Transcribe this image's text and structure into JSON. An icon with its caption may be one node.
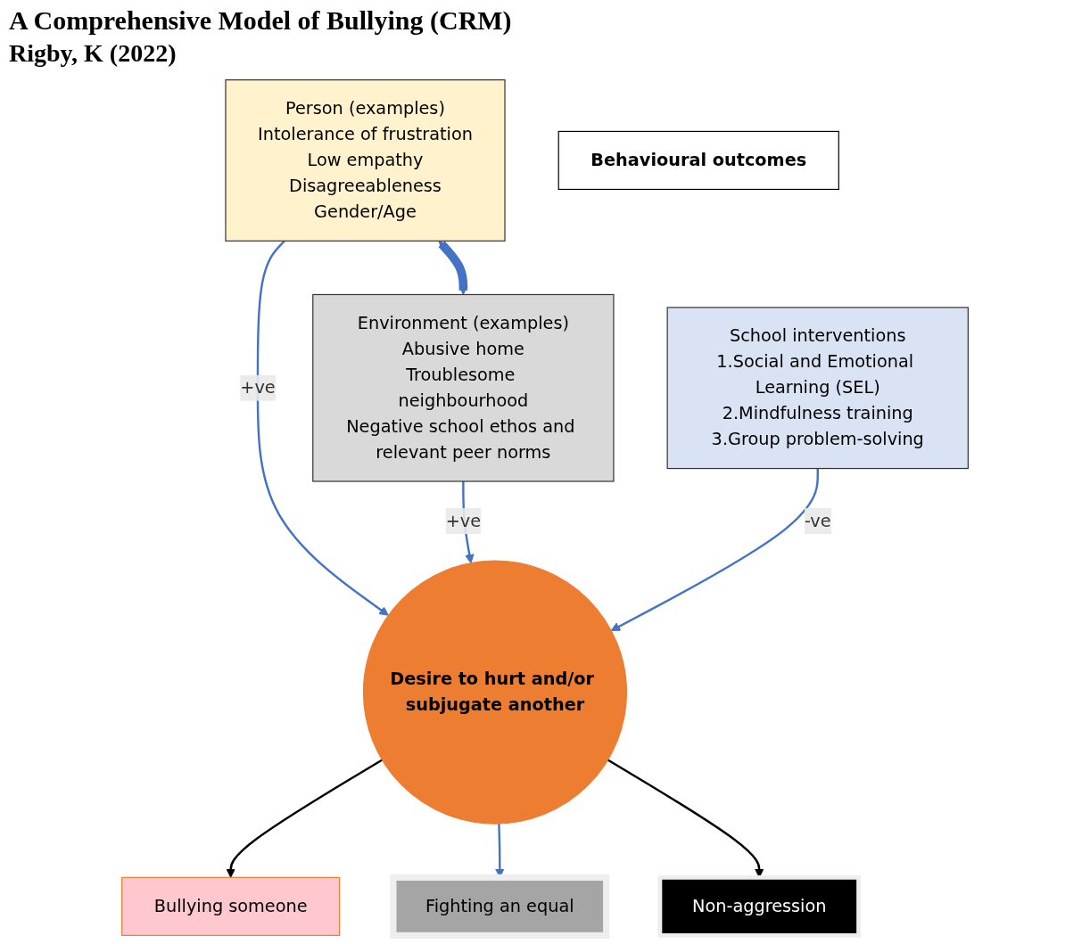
{
  "diagram": {
    "title": "A Comprehensive Model of Bullying (CRM)",
    "nodes": [
      {
        "text": [
          "Person (examples)",
          "Intolerance of frustration",
          "Low empathy",
          "Disagreeableness",
          "Gender/Age"
        ]
      },
      {
        "text": [
          "Environment (examples)",
          "Abusive home",
          "Troublesome neighbourhood",
          "Negative school ethos and relevant peer norms"
        ]
      },
      {
        "text": [
          "School interventions",
          "1.Social and Emotional Learning (SEL)",
          "2.Mindfulness training",
          "3.Group problem-solving"
        ]
      },
      {
        "text": [
          "Desire to hurt and/or subjugate another"
        ]
      },
      {
        "text": [
          "Behavioural outcomes"
        ]
      },
      {
        "text": [
          "Bullying someone"
        ]
      },
      {
        "text": [
          "Fighting an equal"
        ]
      },
      {
        "text": [
          "Non-aggression"
        ]
      }
    ],
    "edges": [
      {
        "from": 0,
        "to": 1,
        "arrow": "both",
        "style": "thick",
        "color": "#4472c4"
      },
      {
        "from": 0,
        "to": 3,
        "arrow": "to",
        "label": "+ve",
        "color": "#4472c4"
      },
      {
        "from": 1,
        "to": 3,
        "arrow": "to",
        "label": "+ve",
        "color": "#4472c4"
      },
      {
        "from": 2,
        "to": 3,
        "arrow": "to",
        "label": "-ve",
        "color": "#4472c4"
      },
      {
        "from": 3,
        "to": 5,
        "arrow": "to",
        "color": "#000000"
      },
      {
        "from": 3,
        "to": 6,
        "arrow": "to",
        "color": "#4472c4"
      },
      {
        "from": 3,
        "to": 7,
        "arrow": "to",
        "color": "#000000"
      }
    ],
    "labels": [
      "Rigby, K (2022)"
    ]
  }
}
